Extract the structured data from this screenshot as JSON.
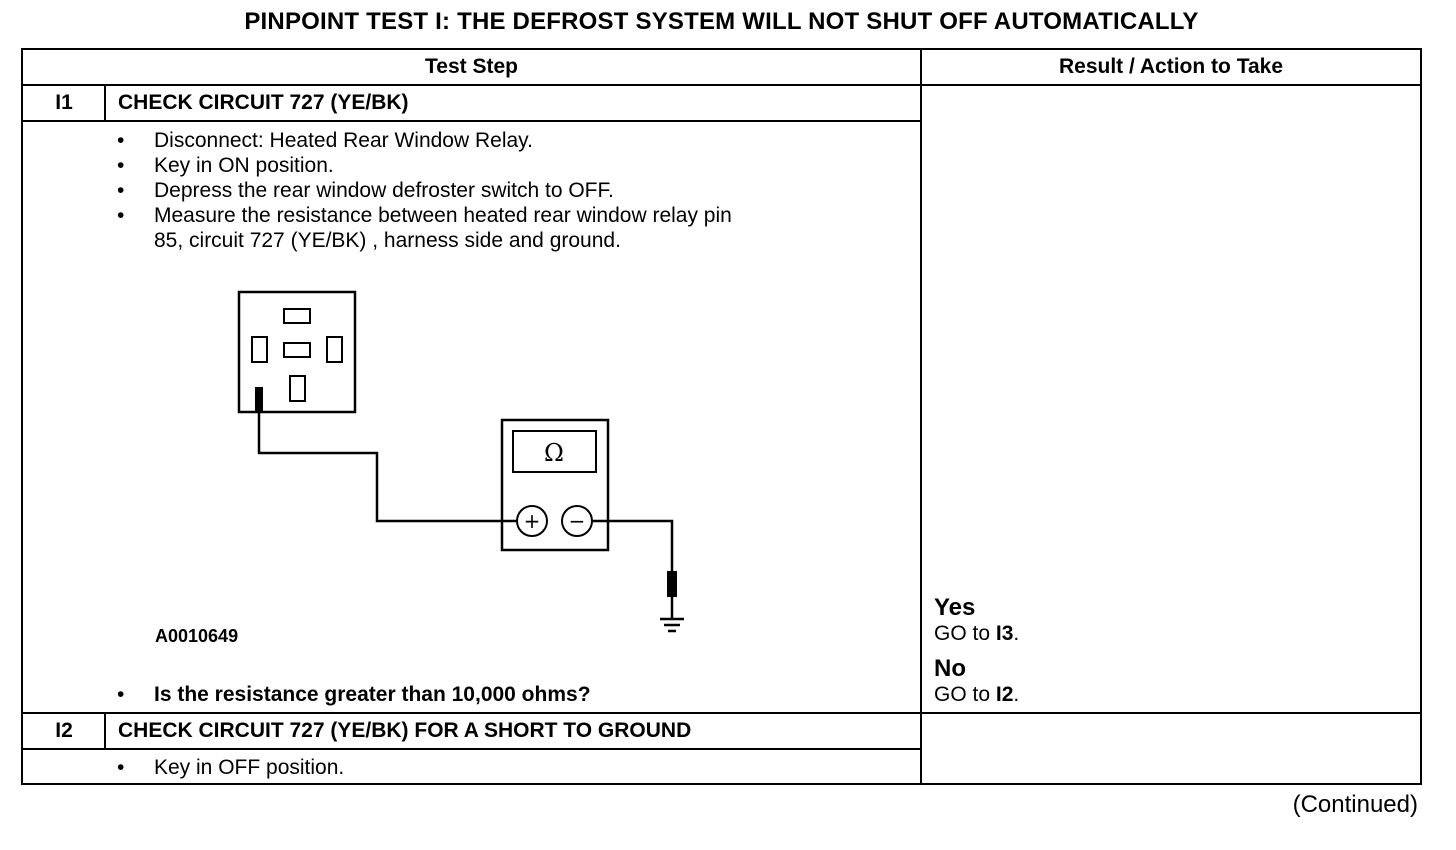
{
  "title": "PINPOINT TEST I: THE DEFROST SYSTEM WILL NOT SHUT OFF AUTOMATICALLY",
  "table": {
    "headers": {
      "test_step": "Test Step",
      "result": "Result / Action to Take"
    },
    "steps": [
      {
        "id": "I1",
        "title": "CHECK CIRCUIT 727 (YE/BK)",
        "bullets": [
          "Disconnect: Heated Rear Window Relay.",
          "Key in ON position.",
          "Depress the rear window defroster switch to OFF.",
          "Measure the resistance between heated rear window relay pin",
          "85, circuit 727 (YE/BK) , harness side and ground."
        ],
        "figure_code": "A0010649",
        "question": "Is the resistance greater than 10,000 ohms?",
        "results": [
          {
            "label": "Yes",
            "prefix": "GO to ",
            "target": "I3",
            "suffix": "."
          },
          {
            "label": "No",
            "prefix": "GO to ",
            "target": "I2",
            "suffix": "."
          }
        ]
      },
      {
        "id": "I2",
        "title": "CHECK CIRCUIT 727 (YE/BK) FOR A SHORT TO GROUND",
        "bullets": [
          "Key in OFF position."
        ]
      }
    ]
  },
  "diagram": {
    "meter_symbol": "Ω",
    "plus": "+",
    "minus": "−"
  },
  "continued": "(Continued)"
}
